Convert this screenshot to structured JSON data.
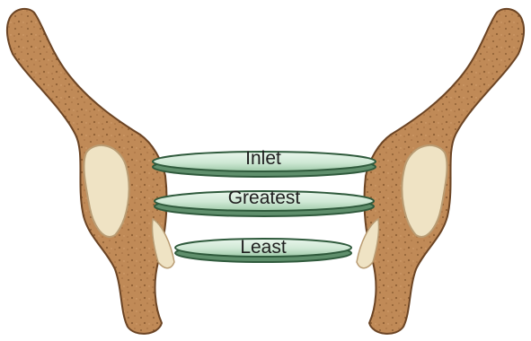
{
  "diagram": {
    "planes": [
      {
        "label": "Inlet"
      },
      {
        "label": "Greatest"
      },
      {
        "label": "Least"
      }
    ],
    "colors": {
      "bone": "#c08a57",
      "bone_edge": "#6b4424",
      "bone_speckle": "#8f5f35",
      "cartilage": "#efe3c4",
      "cartilage_edge": "#b99c73",
      "plane_fill": "#d7ecdb",
      "plane_edge": "#2f5a3c"
    }
  }
}
